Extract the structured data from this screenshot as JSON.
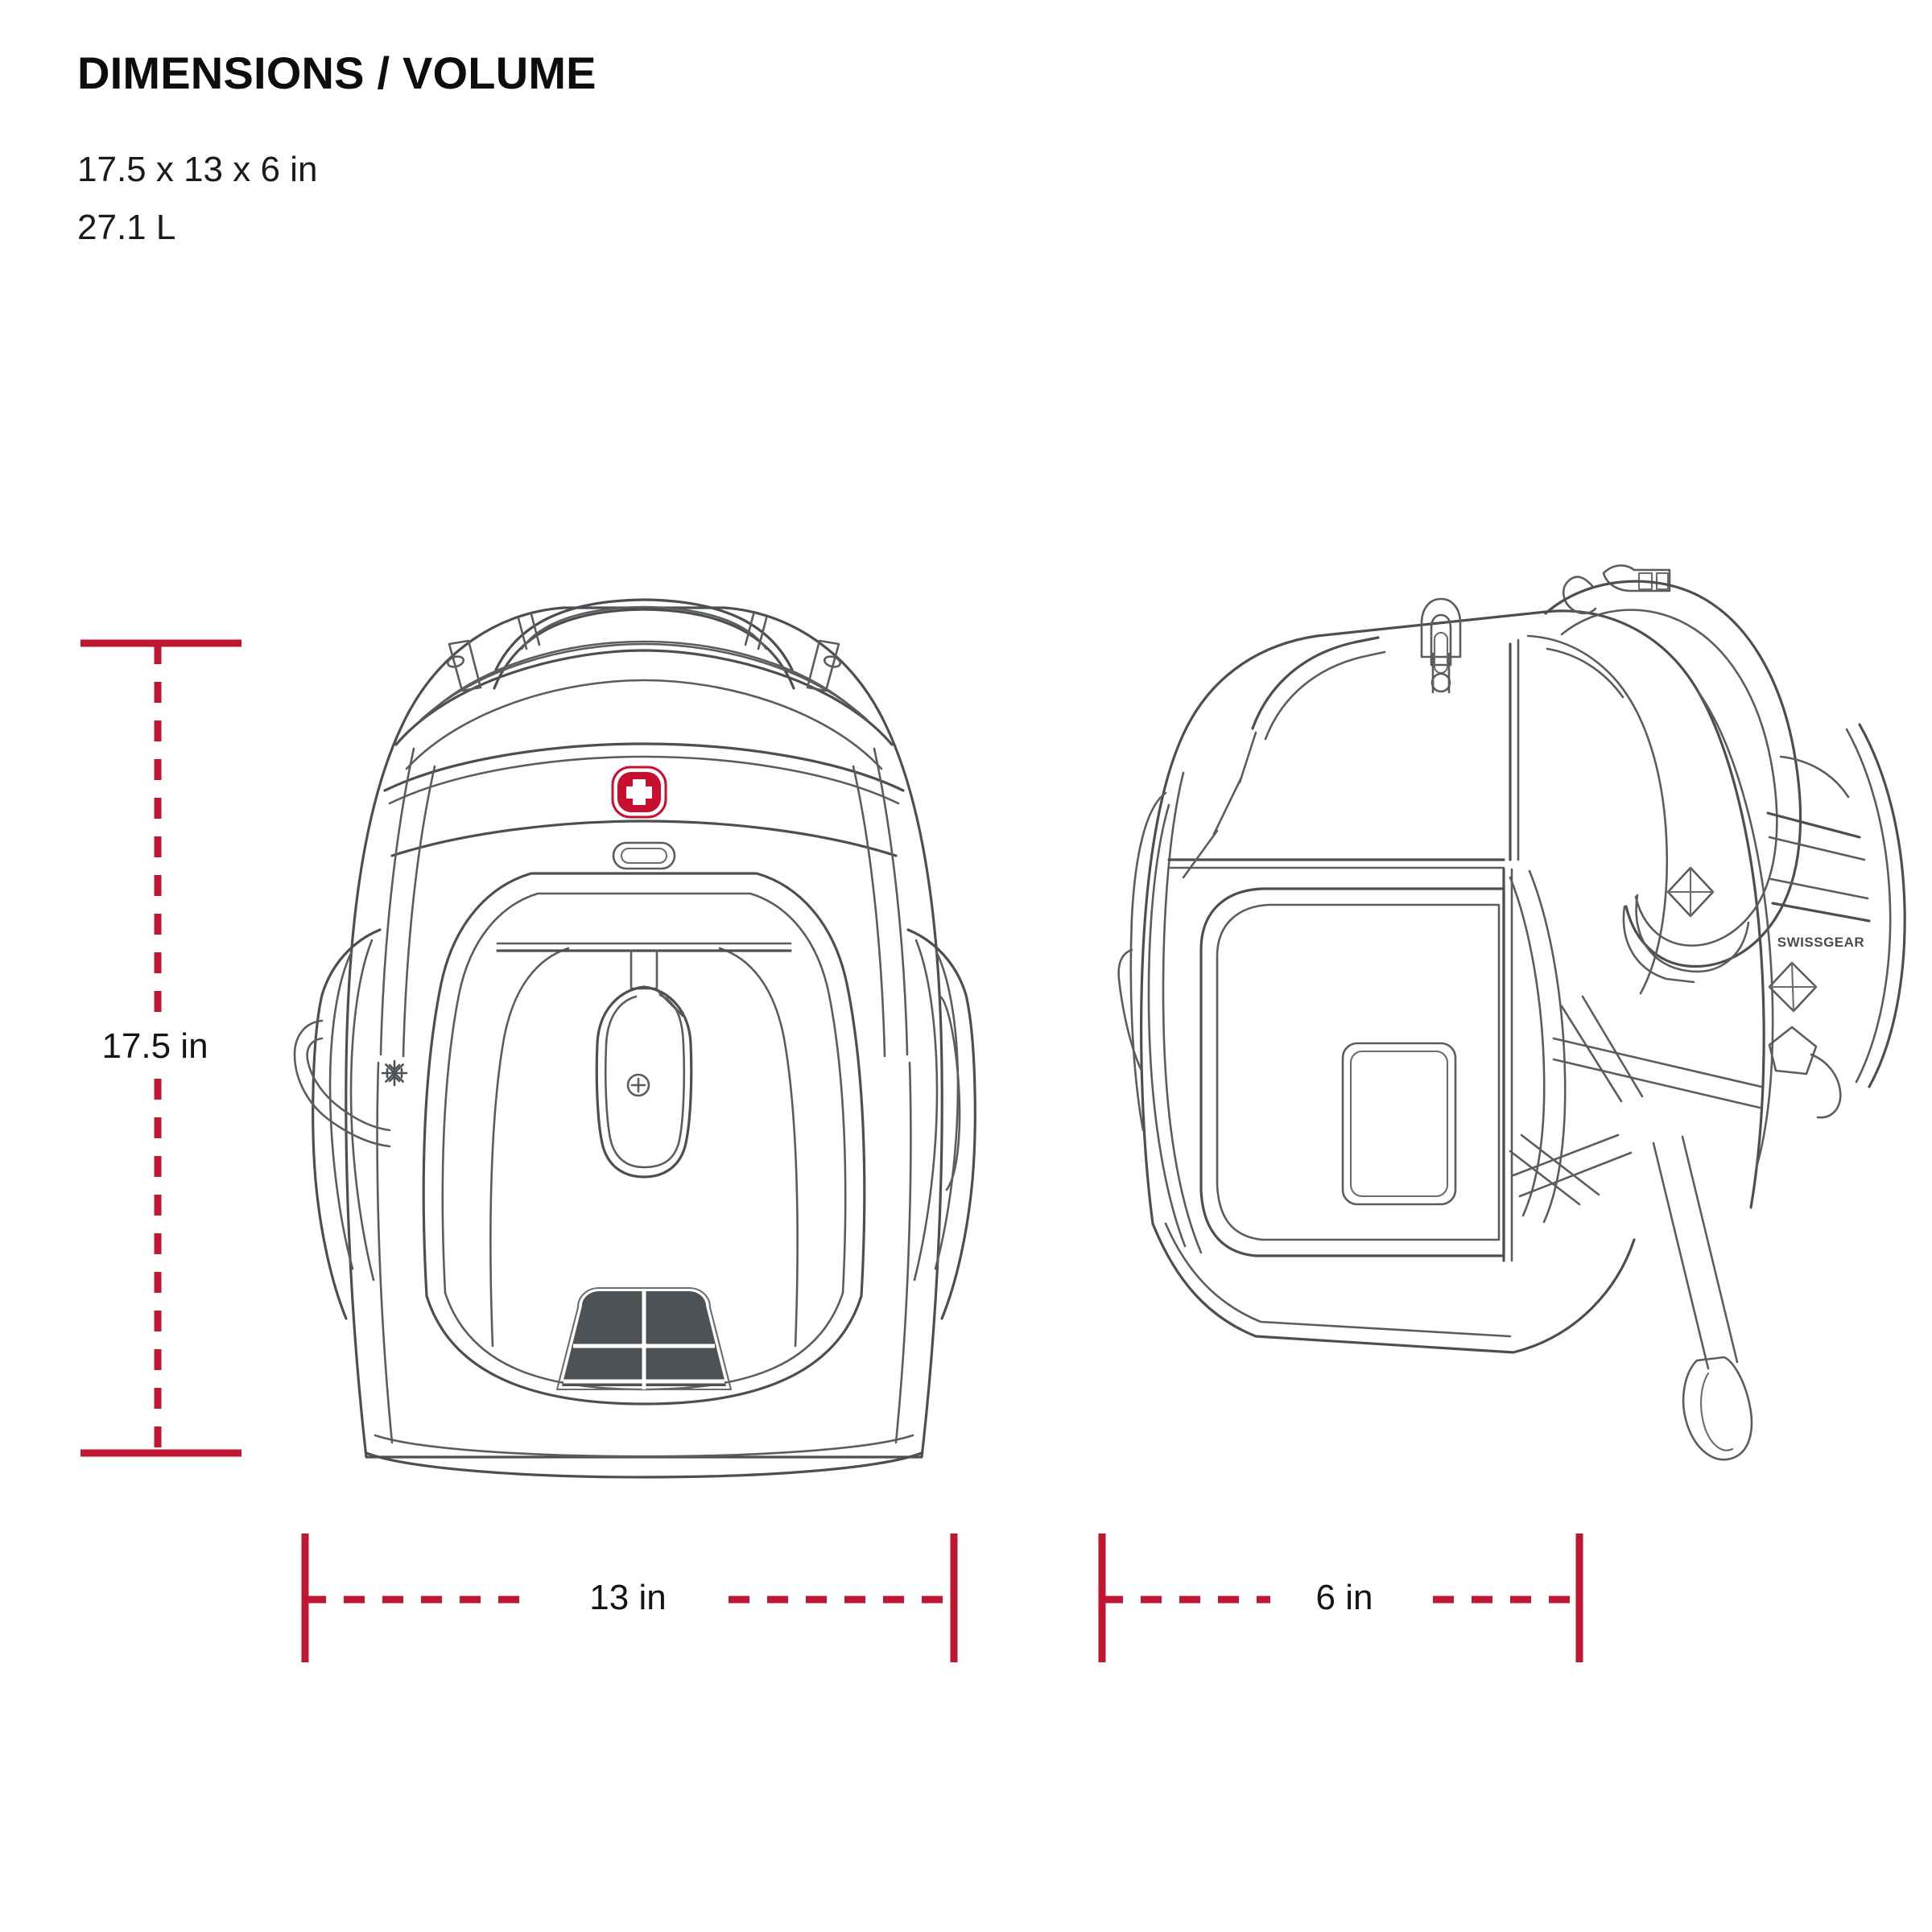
{
  "header": {
    "title": "DIMENSIONS / VOLUME",
    "size_line": "17.5 x 13 x 6 in",
    "volume_line": "27.1 L"
  },
  "dimensions": {
    "height_label": "17.5 in",
    "width_label": "13 in",
    "depth_label": "6 in",
    "height_value": 17.5,
    "width_value": 13,
    "depth_value": 6,
    "unit": "in",
    "volume_value": 27.1,
    "volume_unit": "L"
  },
  "colors": {
    "dimension_line": "#bf1632",
    "outline": "#4c4f52",
    "reflective_patch": "#4e5255",
    "logo_red": "#c8102e",
    "background": "#ffffff",
    "text": "#111111"
  },
  "views": {
    "front": {
      "name": "backpack-front-view",
      "logo_text": "swiss-cross-logo",
      "badges": [
        "snowflake-icon",
        "carabiner-clip",
        "reflective-stripe-patch"
      ]
    },
    "side": {
      "name": "backpack-side-view",
      "wordmark": "SWISSGEAR",
      "badges": [
        "top-handle",
        "shoulder-strap",
        "sternum-buckle",
        "laptop-pocket"
      ]
    }
  },
  "icons": {
    "swiss_cross": "swiss-cross-icon",
    "snowflake": "snowflake-icon",
    "carabiner": "carabiner-icon"
  }
}
